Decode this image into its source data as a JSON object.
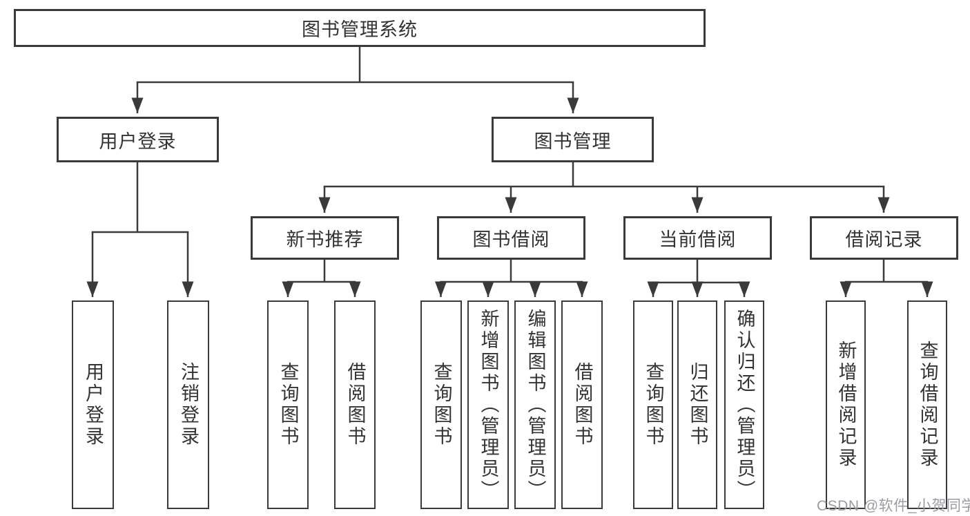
{
  "diagram": {
    "root": {
      "label": "图书管理系统"
    },
    "level2": {
      "user_login": {
        "label": "用户登录"
      },
      "book_management": {
        "label": "图书管理"
      }
    },
    "level3": {
      "new_book_recommend": {
        "label": "新书推荐"
      },
      "book_borrowing": {
        "label": "图书借阅"
      },
      "current_borrowing": {
        "label": "当前借阅"
      },
      "borrowing_records": {
        "label": "借阅记录"
      }
    },
    "leaves": {
      "user_login": {
        "label": "用户登录"
      },
      "logout": {
        "label": "注销登录"
      },
      "query_books_recommend": {
        "label": "查询图书"
      },
      "borrow_books_recommend": {
        "label": "借阅图书"
      },
      "query_books_borrowing": {
        "label": "查询图书"
      },
      "add_books_admin": {
        "label": "新增图书（管理员）"
      },
      "edit_books_admin": {
        "label": "编辑图书（管理员）"
      },
      "borrow_books_borrowing": {
        "label": "借阅图书"
      },
      "query_books_current": {
        "label": "查询图书"
      },
      "return_books": {
        "label": "归还图书"
      },
      "confirm_return_admin": {
        "label": "确认归还（管理员）"
      },
      "add_borrow_record": {
        "label": "新增借阅记录"
      },
      "query_borrow_record": {
        "label": "查询借阅记录"
      }
    }
  },
  "watermark": {
    "text": "CSDN @软件_小贺同学"
  },
  "colors": {
    "line": "#3a3a3a",
    "text": "#333333",
    "watermark": "#9b9ba3",
    "background": "#ffffff"
  }
}
